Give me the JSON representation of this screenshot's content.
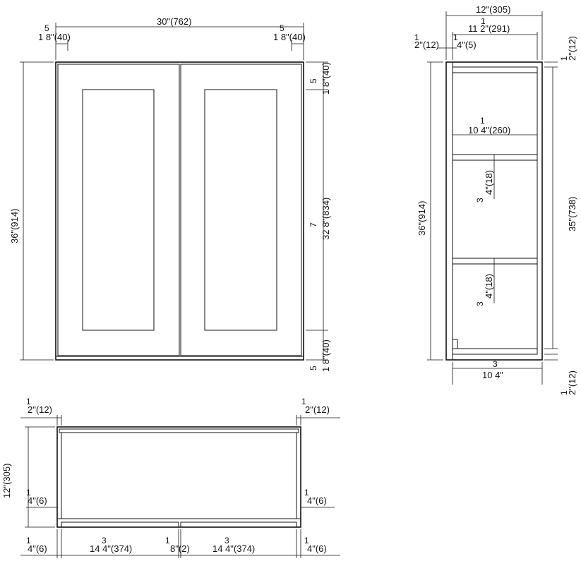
{
  "front_view": {
    "overall_width": "30\"(762)",
    "left_stile_frac": "5",
    "left_stile": "1  8\"(40)",
    "right_stile_frac": "5",
    "right_stile": "1  8\"(40)",
    "top_rail_frac": "5",
    "top_rail": "1  8\"(40)",
    "height": "36\"(914)",
    "door_frac": "7",
    "door_height": "32  8\"(834)",
    "bottom_rail_frac": "5",
    "bottom_rail": "1  8\"(40)"
  },
  "side_view": {
    "overall_depth": "12\"(305)",
    "inner_frac": "1",
    "inner_depth": "11  2\"(291)",
    "left_offset": "2\"(12)",
    "left_offset_frac": "1",
    "small_offset": "4\"(5)",
    "small_offset_frac": "1",
    "right_top": "2\"(12)",
    "right_top_frac": "1",
    "shelf_frac": "1",
    "shelf_depth": "10  4\"(260)",
    "shelf1_thickness": "4\"(18)",
    "shelf1_frac": "3",
    "shelf2_thickness": "4\"(18)",
    "shelf2_frac": "3",
    "height": "36\"(914)",
    "inner_height": "35\"(738)",
    "bottom_depth": "10  4\"",
    "bottom_frac": "3",
    "right_bottom": "2\"(12)",
    "right_bottom_frac": "1"
  },
  "bottom_view": {
    "left_side": "2\"(12)",
    "left_side_frac": "1",
    "right_side": "2\"(12)",
    "right_side_frac": "1",
    "depth": "12\"(305)",
    "left_inset": "4\"(6)",
    "left_inset_frac": "1",
    "right_inset": "4\"(6)",
    "right_inset_frac": "1",
    "bottom_left": "4\"(6)",
    "bottom_left_frac": "1",
    "door_left": "14  4\"(374)",
    "door_left_frac": "3",
    "gap": "8\"(2)",
    "gap_frac": "1",
    "door_right": "14  4\"(374)",
    "door_right_frac": "3",
    "bottom_right": "4\"(6)",
    "bottom_right_frac": "1"
  }
}
